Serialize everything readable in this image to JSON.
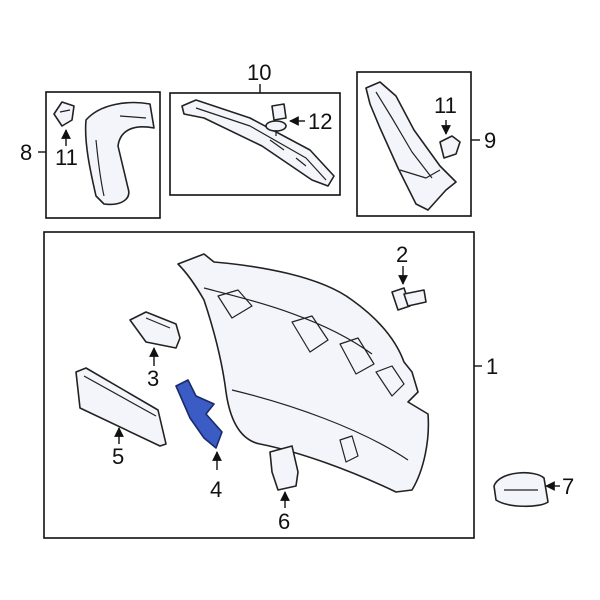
{
  "colors": {
    "line": "#111111",
    "part_fill": "#f4f5fa",
    "highlight_fill": "#3b5cc4",
    "background": "#ffffff"
  },
  "callouts": {
    "c1": "1",
    "c2": "2",
    "c3": "3",
    "c4": "4",
    "c5": "5",
    "c6": "6",
    "c7": "7",
    "c8": "8",
    "c9": "9",
    "c10": "10",
    "c11_left": "11",
    "c11_right": "11",
    "c12": "12"
  },
  "highlighted_part": "4"
}
